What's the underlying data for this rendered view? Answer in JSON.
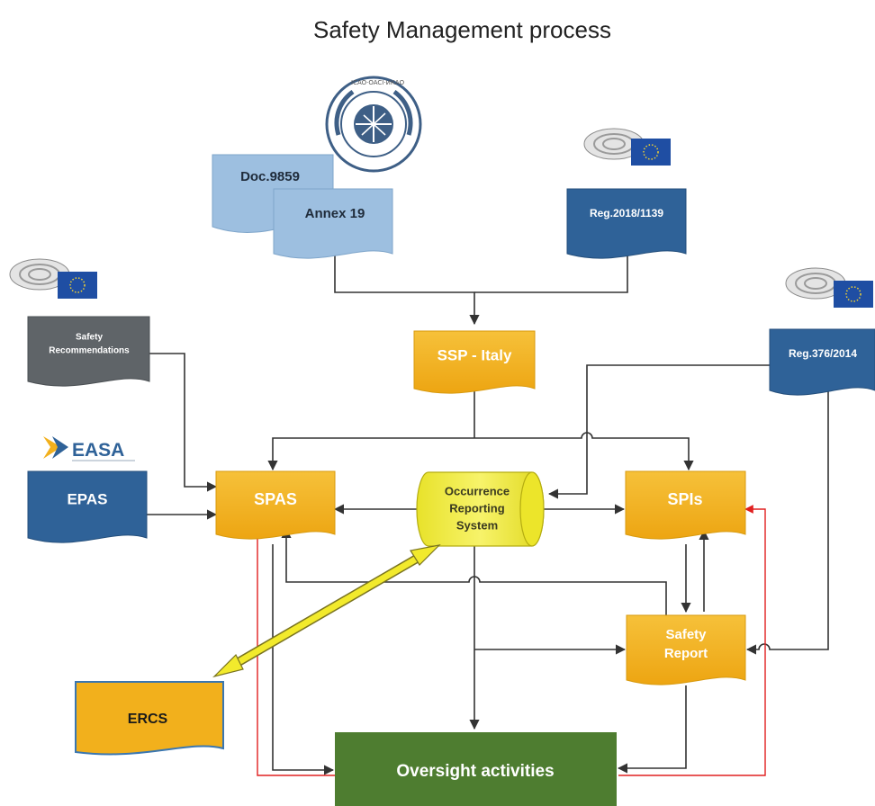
{
  "title": "Safety Management process",
  "colors": {
    "light_blue": "#9dbfe0",
    "dark_blue": "#2f6298",
    "gray": "#5f6468",
    "orange": "#f2b01c",
    "yellow": "#f3ee33",
    "green": "#4e7d30",
    "red_arrow": "#e02020",
    "highlight_arrow": "#f2ea2c"
  },
  "nodes": {
    "doc9859": "Doc.9859",
    "annex19": "Annex 19",
    "reg2018": "Reg.2018/1139",
    "ssp_italy": "SSP - Italy",
    "safety_recommendations": [
      "Safety",
      "Recommendations"
    ],
    "reg376": "Reg.376/2014",
    "epas": "EPAS",
    "spas": "SPAS",
    "occurrence_reporting": [
      "Occurrence",
      "Reporting",
      "System"
    ],
    "spis": "SPIs",
    "safety_report": [
      "Safety",
      "Report"
    ],
    "ercs": "ERCS",
    "oversight": "Oversight activities"
  },
  "logos": {
    "icao": "icao-emblem-icon",
    "eu_parliament": "eu-parliament-icon",
    "easa": "EASA"
  }
}
